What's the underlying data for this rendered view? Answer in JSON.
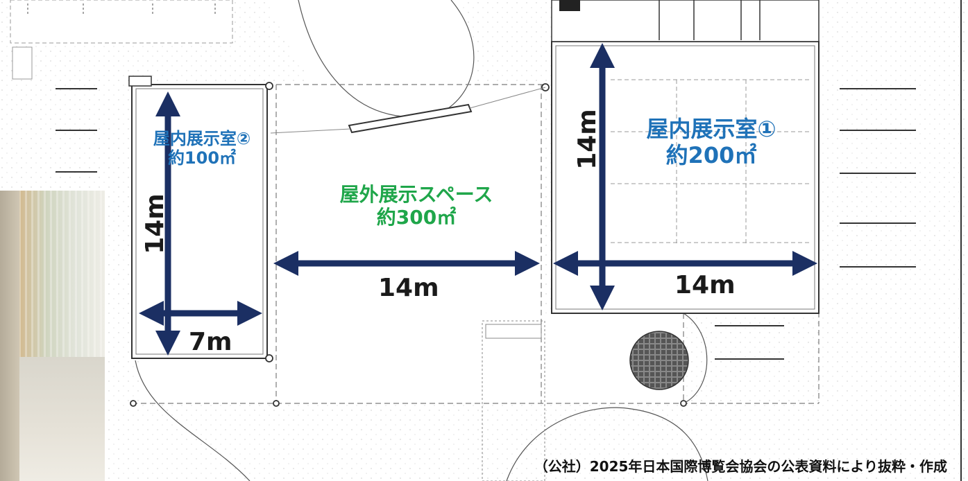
{
  "rooms": {
    "indoor1": {
      "name": "屋内展示室①",
      "area": "約200㎡",
      "color": "#1f72b8"
    },
    "indoor2": {
      "name": "屋内展示室②",
      "area": "約100㎡",
      "color": "#1f72b8"
    },
    "outdoor": {
      "name": "屋外展示スペース",
      "area": "約300㎡",
      "color": "#1fa64a"
    }
  },
  "dimensions": {
    "indoor2_height": "14m",
    "indoor2_width": "7m",
    "outdoor_width": "14m",
    "indoor1_height": "14m",
    "indoor1_width": "14m"
  },
  "arrow_color": "#1b2f63",
  "caption": "（公社）2025年日本国際博覧会協会の公表資料により抜粋・作成"
}
